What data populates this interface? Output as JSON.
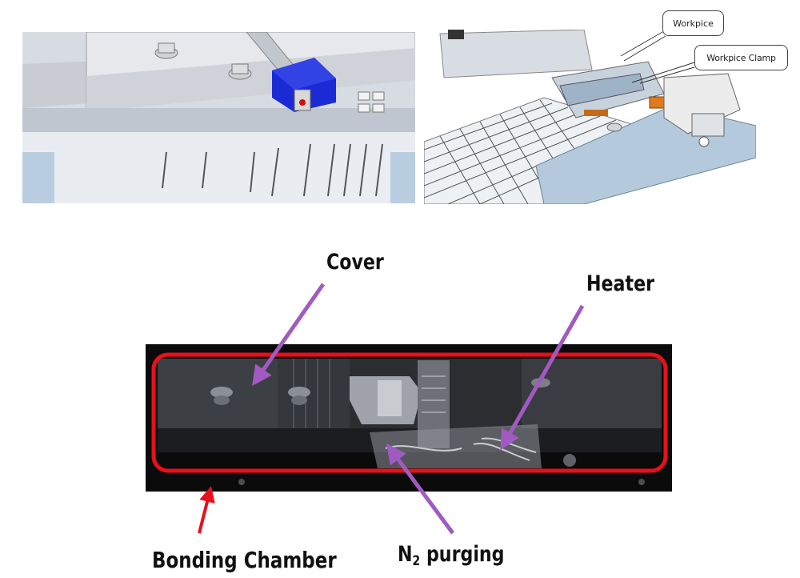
{
  "callouts": {
    "workpiece": "Workpice",
    "workpiece_clamp": "Workpice Clamp"
  },
  "labels": {
    "cover": "Cover",
    "heater": "Heater",
    "bonding_chamber": "Bonding Chamber",
    "n2_n": "N",
    "n2_sub": "2",
    "n2_rest": " purging"
  },
  "colors": {
    "annotation_arrow": "#a15ac1",
    "chamber_outline": "#e8101a",
    "clamp_block": "#1a2bd6"
  }
}
